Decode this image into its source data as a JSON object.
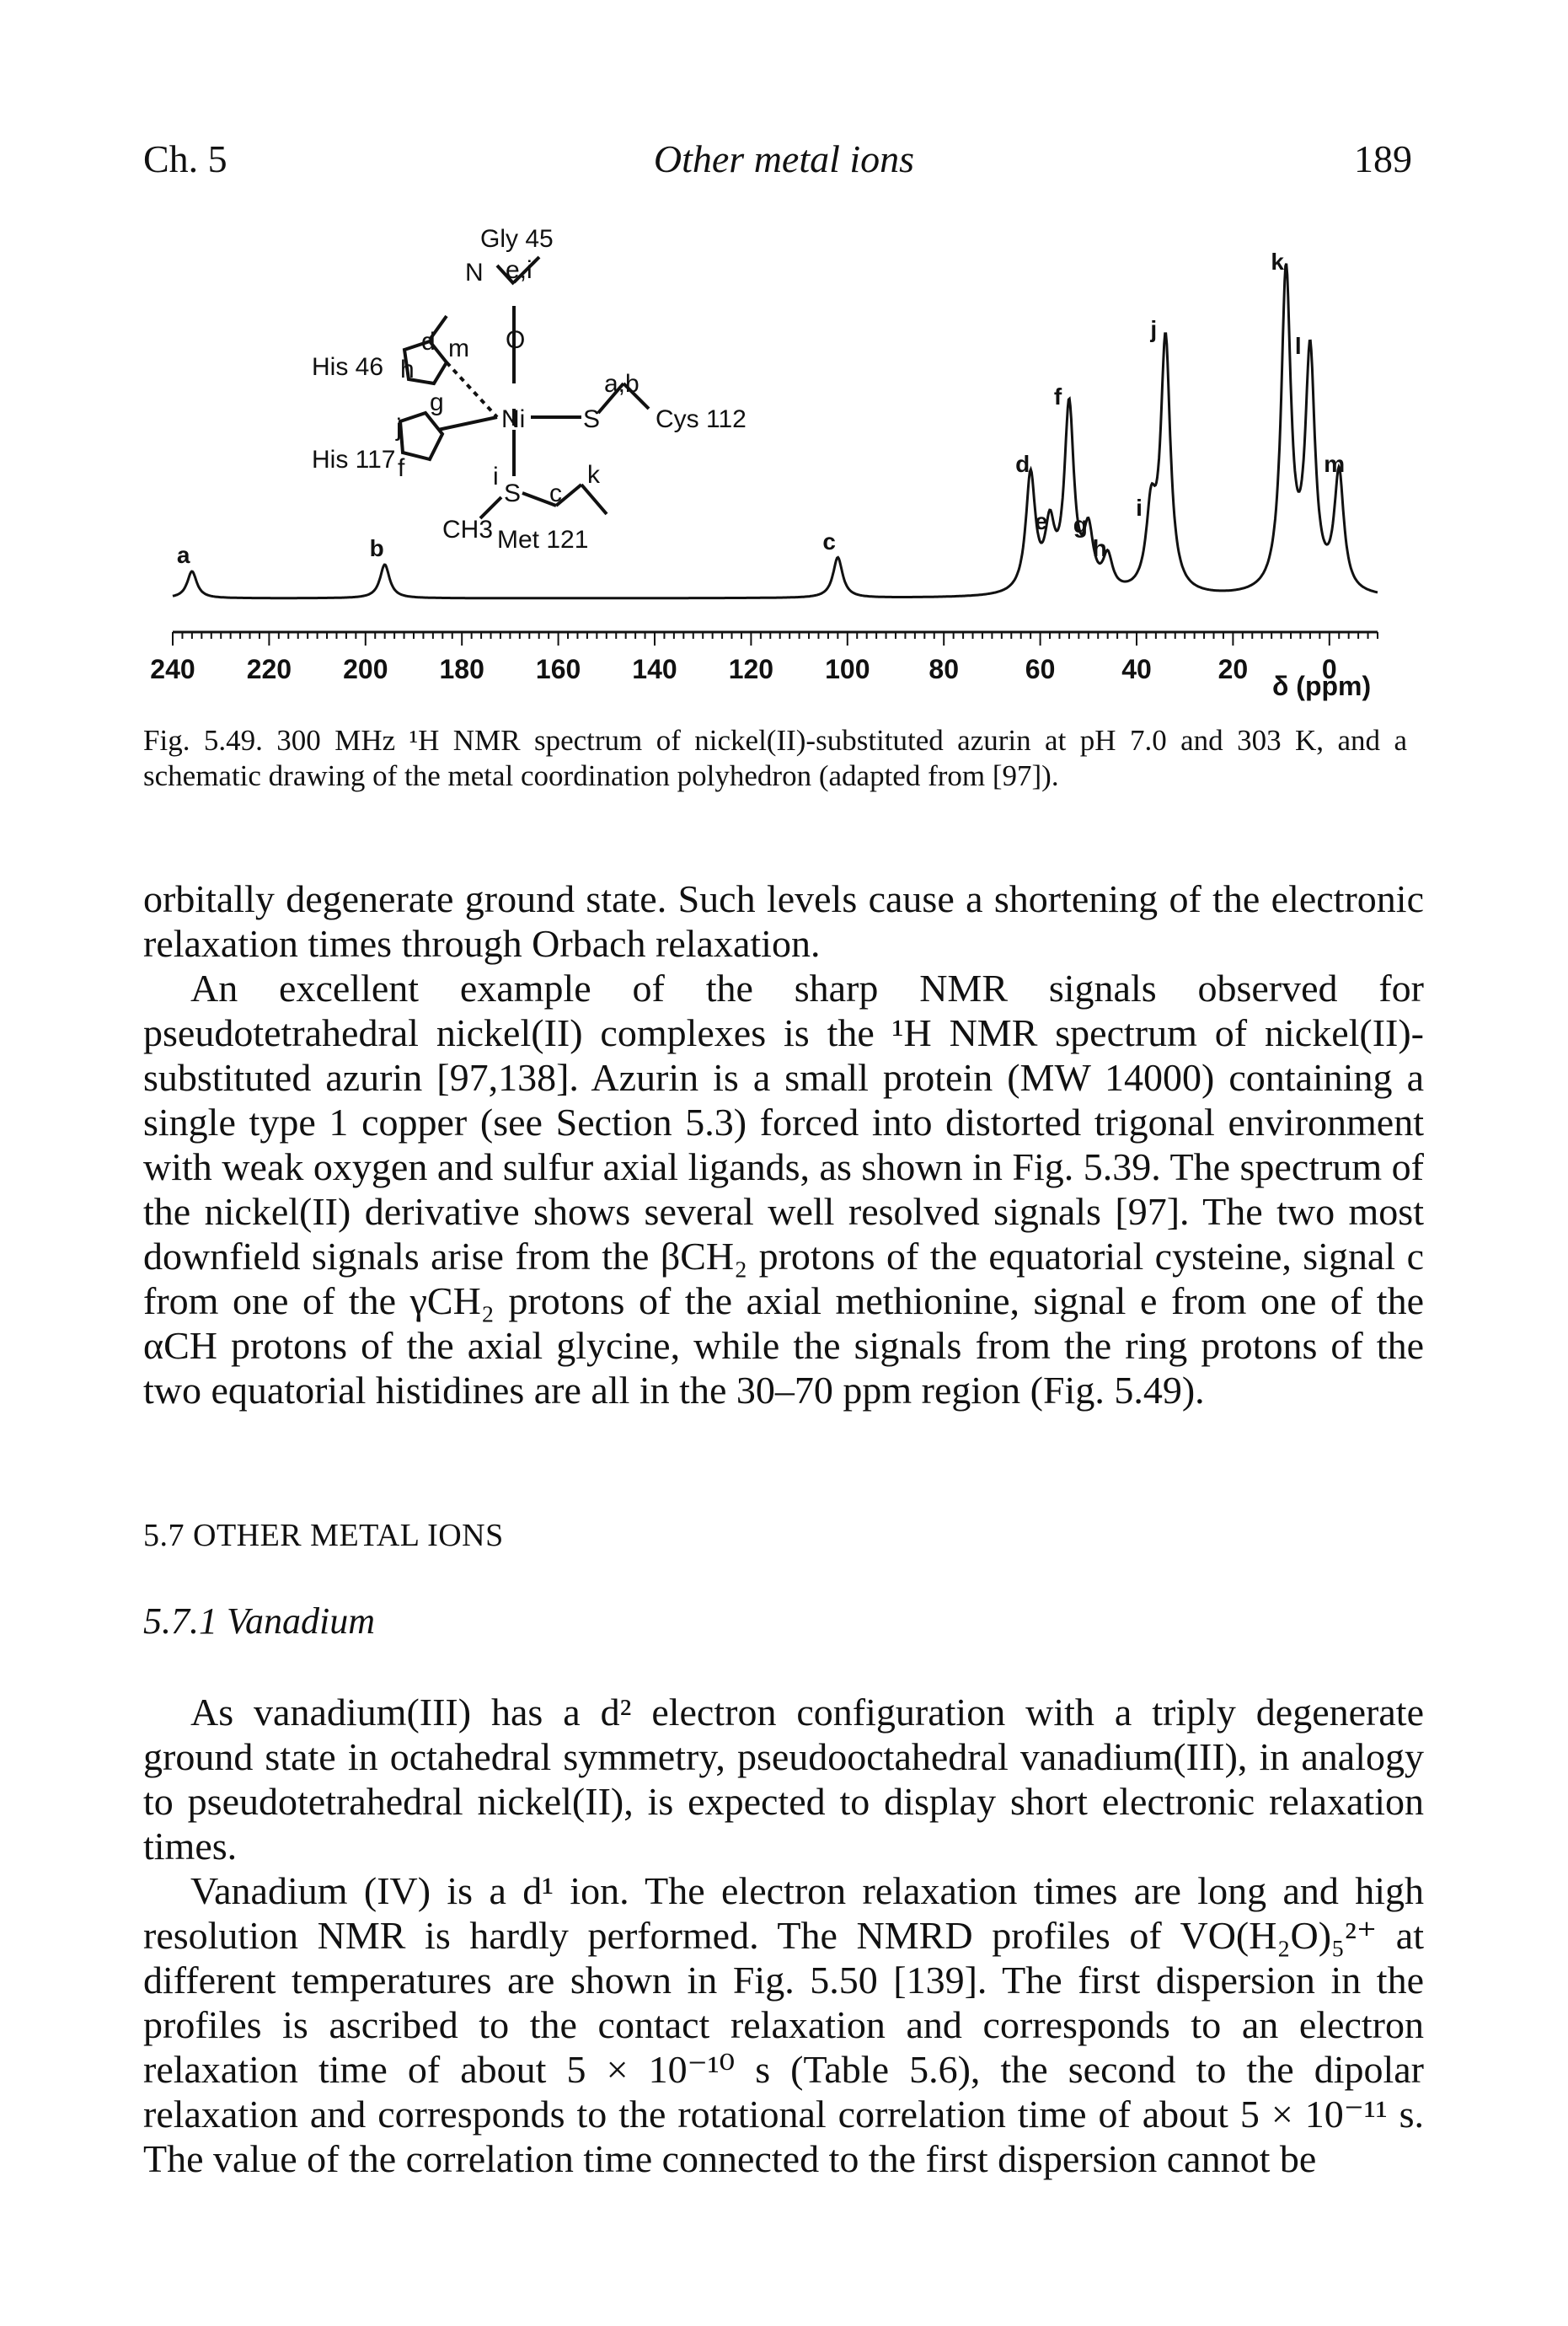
{
  "header": {
    "chapter": "Ch. 5",
    "running_title": "Other metal ions",
    "page_number": "189"
  },
  "figure": {
    "molecule_labels": {
      "gly": "Gly 45",
      "gly_letters": "e,i",
      "his46": "His 46",
      "his117": "His 117",
      "cys": "Cys 112",
      "cys_letters": "a,b",
      "met": "Met 121",
      "ch3": "CH3",
      "N_top": "N",
      "O": "O",
      "Ni": "Ni",
      "S_cys": "S",
      "S_met": "S",
      "d": "d",
      "h": "h",
      "m": "m",
      "g": "g",
      "j": "j",
      "f": "f",
      "i": "i",
      "c": "c",
      "k": "k"
    },
    "axis_unit": "δ (ppm)"
  },
  "chart_data": {
    "type": "line",
    "xlabel": "δ (ppm)",
    "ylabel": "",
    "xlim": [
      240,
      -10
    ],
    "x_ticks": [
      "240",
      "220",
      "200",
      "180",
      "160",
      "140",
      "120",
      "100",
      "80",
      "60",
      "40",
      "20",
      "0"
    ],
    "peaks": [
      {
        "label": "a",
        "shift": 236,
        "height": 0.08
      },
      {
        "label": "b",
        "shift": 196,
        "height": 0.1
      },
      {
        "label": "c",
        "shift": 102,
        "height": 0.12
      },
      {
        "label": "d",
        "shift": 62,
        "height": 0.35
      },
      {
        "label": "e",
        "shift": 58,
        "height": 0.18
      },
      {
        "label": "f",
        "shift": 54,
        "height": 0.55
      },
      {
        "label": "g",
        "shift": 50,
        "height": 0.17
      },
      {
        "label": "h",
        "shift": 46,
        "height": 0.1
      },
      {
        "label": "i",
        "shift": 37,
        "height": 0.22
      },
      {
        "label": "j",
        "shift": 34,
        "height": 0.75
      },
      {
        "label": "k",
        "shift": 9,
        "height": 0.95
      },
      {
        "label": "l",
        "shift": 4,
        "height": 0.7
      },
      {
        "label": "m",
        "shift": -2,
        "height": 0.35
      }
    ]
  },
  "caption": "Fig. 5.49. 300 MHz ¹H NMR spectrum of nickel(II)-substituted azurin at pH 7.0 and 303 K, and a schematic drawing of the metal coordination polyhedron (adapted from [97]).",
  "paragraphs": {
    "p1": "orbitally degenerate ground state. Such levels cause a shortening of the electronic relaxation times through Orbach relaxation.",
    "p2": "An excellent example of the sharp NMR signals observed for pseudotetrahedral nickel(II) complexes is the ¹H NMR spectrum of nickel(II)-substituted azurin [97,138]. Azurin is a small protein (MW 14000) containing a single type 1 copper (see Section 5.3) forced into distorted trigonal environment with weak oxygen and sulfur axial ligands, as shown in Fig. 5.39. The spectrum of the nickel(II) derivative shows several well resolved signals [97]. The two most downfield signals arise from the βCH₂ protons of the equatorial cysteine, signal c from one of the γCH₂ protons of the axial methionine, signal e from one of the αCH protons of the axial glycine, while the signals from the ring protons of the two equatorial histidines are all in the 30–70 ppm region (Fig. 5.49).",
    "section": "5.7 OTHER METAL IONS",
    "subsection": "5.7.1 Vanadium",
    "p3": "As vanadium(III) has a d² electron configuration with a triply degenerate ground state in octahedral symmetry, pseudooctahedral vanadium(III), in analogy to pseudotetrahedral nickel(II), is expected to display short electronic relaxation times.",
    "p4": "Vanadium (IV) is a d¹ ion. The electron relaxation times are long and high resolution NMR is hardly performed. The NMRD profiles of VO(H₂O)₅²⁺ at different temperatures are shown in Fig. 5.50 [139]. The first dispersion in the profiles is ascribed to the contact relaxation and corresponds to an electron relaxation time of about 5 × 10⁻¹⁰ s (Table 5.6), the second to the dipolar relaxation and corresponds to the rotational correlation time of about 5 × 10⁻¹¹ s. The value of the correlation time connected to the first dispersion cannot be"
  }
}
